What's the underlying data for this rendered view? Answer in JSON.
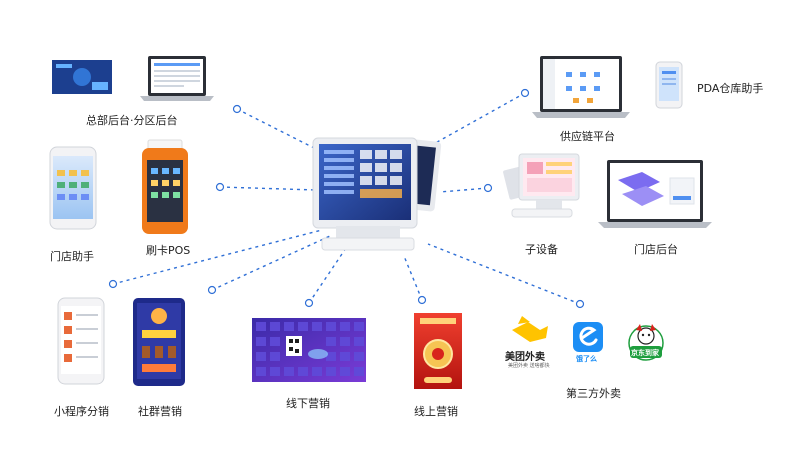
{
  "nodes": {
    "hq_backend": "总部后台·分区后台",
    "pda": "PDA仓库助手",
    "supply_chain": "供应链平台",
    "store_assistant": "门店助手",
    "card_pos": "刷卡POS",
    "sub_device": "子设备",
    "store_backend": "门店后台",
    "mini_program": "小程序分销",
    "community": "社群营销",
    "offline": "线下营销",
    "online": "线上营销",
    "third_party": "第三方外卖"
  },
  "brands": {
    "meituan": "美团外卖",
    "meituan_sub": "美团外卖 送啥都快",
    "eleme": "饿了么",
    "jd": "京东到家"
  },
  "colors": {
    "connector": "#2f6fd6",
    "meituan": "#ffc300",
    "eleme": "#1c8ef5",
    "jd": "#1e9e3e",
    "pos_orange": "#f07a1a",
    "poster_red": "#d8231c"
  }
}
